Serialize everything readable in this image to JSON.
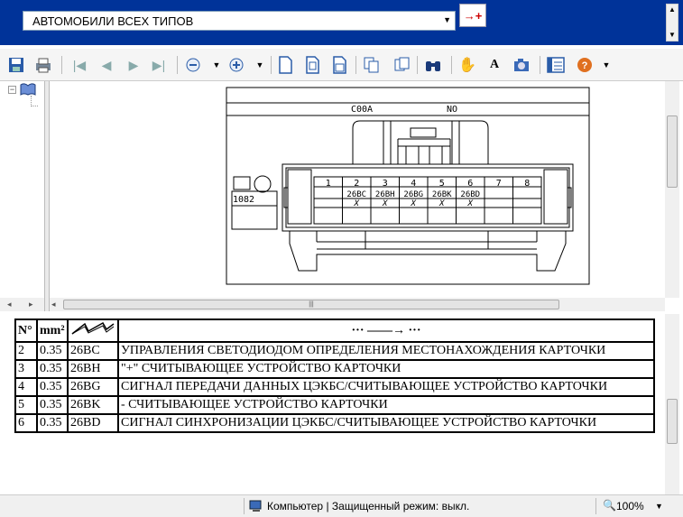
{
  "header": {
    "vehicle_select": "АВТОМОБИЛИ ВСЕХ ТИПОВ",
    "add_button": "→+"
  },
  "toolbar": {
    "buttons": [
      "save-icon",
      "print-icon",
      "first-page-icon",
      "prev-page-icon",
      "next-page-icon",
      "last-page-icon",
      "zoom-out-icon",
      "zoom-in-icon",
      "page-icon",
      "page-width-icon",
      "page-fit-icon",
      "copy-icon",
      "paste-icon",
      "find-icon",
      "hand-tool-icon",
      "text-tool-icon",
      "snapshot-icon",
      "view-icon",
      "help-icon"
    ]
  },
  "diagram": {
    "connector_code": "C00A",
    "color_code": "NO",
    "side_label": "1082",
    "pins": [
      {
        "num": "1",
        "wire": "",
        "mark": ""
      },
      {
        "num": "2",
        "wire": "26BC",
        "mark": "X"
      },
      {
        "num": "3",
        "wire": "26BH",
        "mark": "X"
      },
      {
        "num": "4",
        "wire": "26BG",
        "mark": "X"
      },
      {
        "num": "5",
        "wire": "26BK",
        "mark": "X"
      },
      {
        "num": "6",
        "wire": "26BD",
        "mark": "X"
      },
      {
        "num": "7",
        "wire": "",
        "mark": ""
      },
      {
        "num": "8",
        "wire": "",
        "mark": ""
      }
    ]
  },
  "table": {
    "headers": {
      "num": "N°",
      "section": "mm²",
      "dest": "··· ——→ ···"
    },
    "rows": [
      {
        "pin": "2",
        "section": "0.35",
        "wire": "26BC",
        "desc": "УПРАВЛЕНИЯ СВЕТОДИОДОМ ОПРЕДЕЛЕНИЯ МЕСТОНАХОЖДЕНИЯ КАРТОЧКИ"
      },
      {
        "pin": "3",
        "section": "0.35",
        "wire": "26BH",
        "desc": "\"+\" СЧИТЫВАЮЩЕЕ УСТРОЙСТВО КАРТОЧКИ"
      },
      {
        "pin": "4",
        "section": "0.35",
        "wire": "26BG",
        "desc": "СИГНАЛ ПЕРЕДАЧИ ДАННЫХ ЦЭКБС/СЧИТЫВАЮЩЕЕ УСТРОЙСТВО КАРТОЧКИ"
      },
      {
        "pin": "5",
        "section": "0.35",
        "wire": "26BK",
        "desc": "- СЧИТЫВАЮЩЕЕ УСТРОЙСТВО КАРТОЧКИ"
      },
      {
        "pin": "6",
        "section": "0.35",
        "wire": "26BD",
        "desc": "СИГНАЛ СИНХРОНИЗАЦИИ ЦЭКБС/СЧИТЫВАЮЩЕЕ УСТРОЙСТВО КАРТОЧКИ"
      }
    ]
  },
  "statusbar": {
    "zone": "Компьютер | Защищенный режим: выкл.",
    "zoom": "100%"
  }
}
